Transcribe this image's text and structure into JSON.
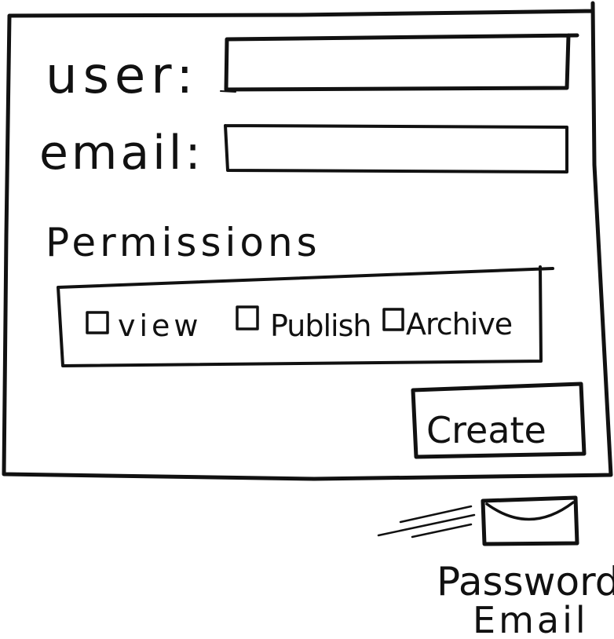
{
  "form": {
    "user_label": "user:",
    "email_label": "email:",
    "user_value": "",
    "email_value": ""
  },
  "permissions": {
    "heading": "Permissions",
    "options": [
      {
        "label": "view",
        "checked": false
      },
      {
        "label": "Publish",
        "checked": false
      },
      {
        "label": "Archive",
        "checked": false
      }
    ]
  },
  "actions": {
    "create_label": "Create"
  },
  "notification": {
    "caption_line1": "Password",
    "caption_line2": "Email",
    "icon": "envelope-icon"
  }
}
